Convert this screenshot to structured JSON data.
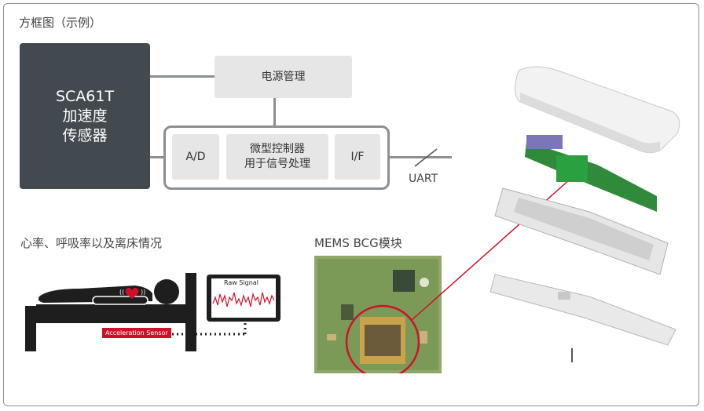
{
  "title": "方框图（示例）",
  "sensor": {
    "line1": "SCA61T",
    "line2": "加速度",
    "line3": "传感器"
  },
  "power_box": "电源管理",
  "ad_box": "A/D",
  "mcu_box": {
    "line1": "微型控制器",
    "line2": "用于信号处理"
  },
  "if_box": "I/F",
  "uart_label": "UART",
  "bed_caption": "心率、呼吸率以及离床情况",
  "monitor_title": "Raw Signal",
  "accel_label": "Acceleration Sensor",
  "module_caption": "MEMS BCG模块",
  "colors": {
    "sensor_bg": "#424a4f",
    "box_bg": "#e6e6e6",
    "accent_red": "#d0102a",
    "line_gray": "#8a8f93"
  }
}
